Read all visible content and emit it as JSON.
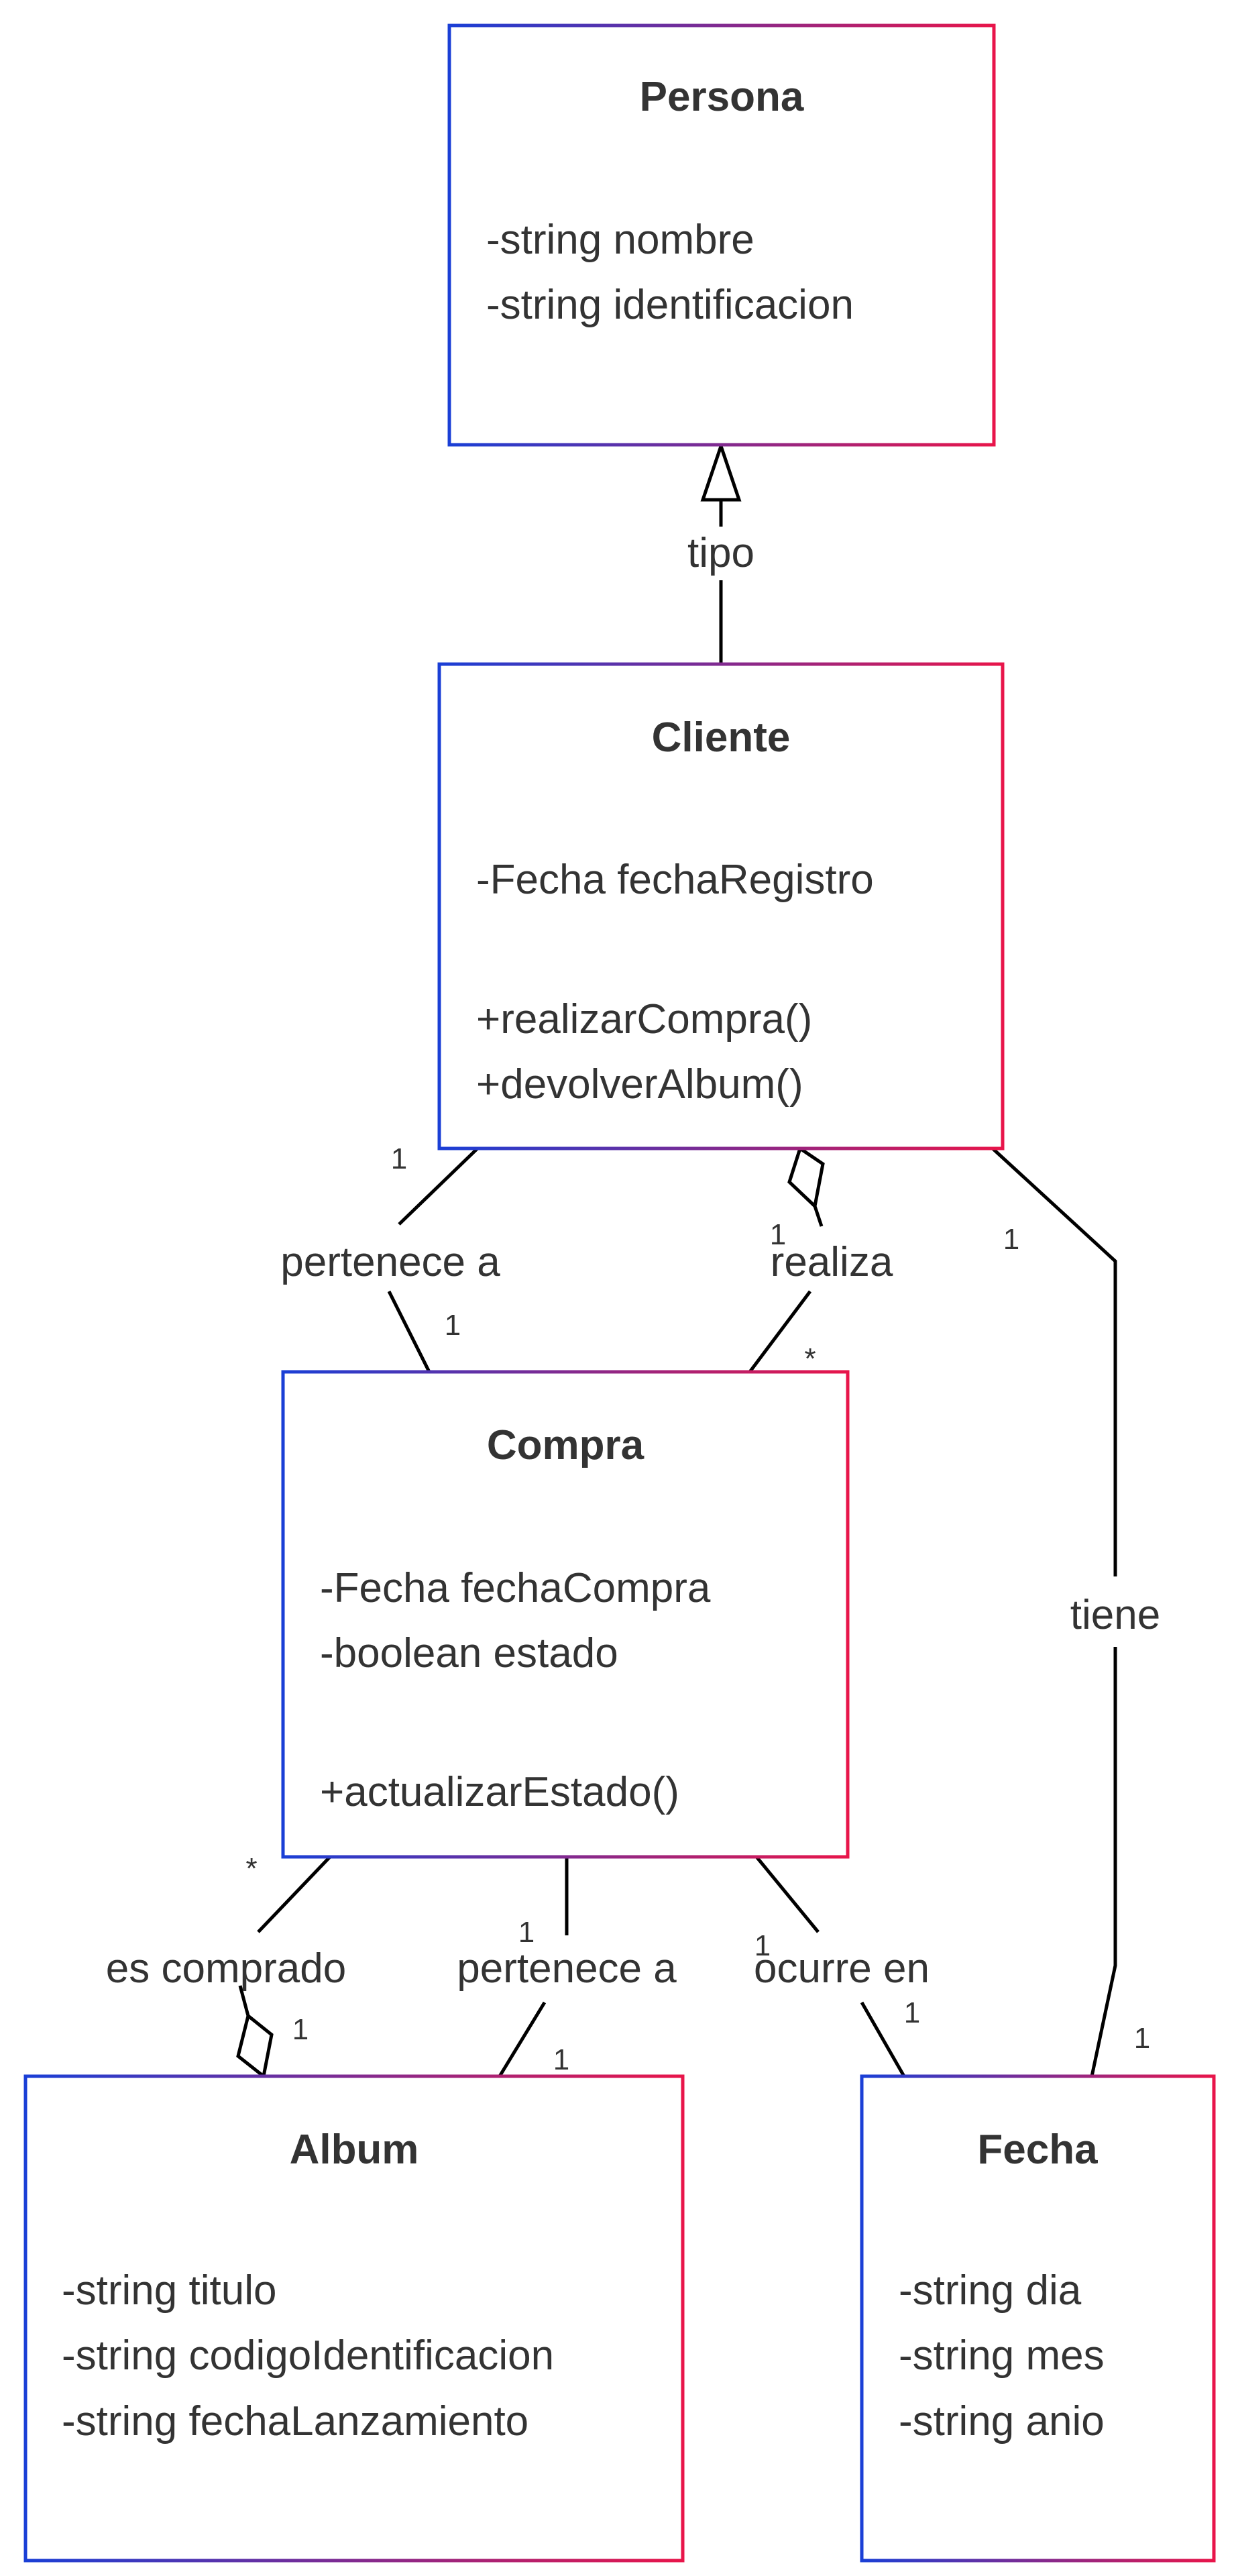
{
  "colors": {
    "border_gradient_start": "#1a3fd6",
    "border_gradient_end": "#e8154a",
    "text": "#333333",
    "edge": "#000000",
    "background": "#ffffff"
  },
  "classes": {
    "persona": {
      "name": "Persona",
      "attributes": [
        "-string nombre",
        "-string identificacion"
      ],
      "methods": []
    },
    "cliente": {
      "name": "Cliente",
      "attributes": [
        "-Fecha fechaRegistro"
      ],
      "methods": [
        "+realizarCompra()",
        "+devolverAlbum()"
      ]
    },
    "compra": {
      "name": "Compra",
      "attributes": [
        "-Fecha fechaCompra",
        "-boolean estado"
      ],
      "methods": [
        "+actualizarEstado()"
      ]
    },
    "album": {
      "name": "Album",
      "attributes": [
        "-string titulo",
        "-string codigoIdentificacion",
        "-string fechaLanzamiento"
      ],
      "methods": []
    },
    "fecha": {
      "name": "Fecha",
      "attributes": [
        "-string dia",
        "-string mes",
        "-string anio"
      ],
      "methods": []
    }
  },
  "relations": {
    "cliente_persona": {
      "type": "inheritance",
      "label": "tipo"
    },
    "cliente_compra_pertenece": {
      "type": "association",
      "label": "pertenece a",
      "mult_cliente": "1",
      "mult_compra": "1"
    },
    "cliente_compra_realiza": {
      "type": "aggregation",
      "label": "realiza",
      "mult_cliente": "1",
      "mult_compra": "*"
    },
    "cliente_fecha": {
      "type": "association",
      "label": "tiene",
      "mult_cliente": "1",
      "mult_fecha": "1"
    },
    "compra_album_comprado": {
      "type": "aggregation",
      "label": "es comprado",
      "mult_compra": "*",
      "mult_album": "1"
    },
    "compra_album_pertenece": {
      "type": "association",
      "label": "pertenece a",
      "mult_compra": "1",
      "mult_album": "1"
    },
    "compra_fecha": {
      "type": "association",
      "label": "ocurre en",
      "mult_compra": "1",
      "mult_fecha": "1"
    }
  }
}
